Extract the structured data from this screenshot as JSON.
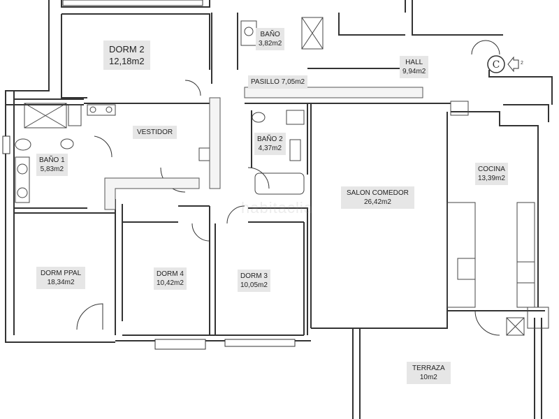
{
  "watermark": "habitaclia",
  "rooms": {
    "dorm2": {
      "name": "DORM 2",
      "area": "12,18m2"
    },
    "bano": {
      "name": "BAÑO",
      "area": "3,82m2"
    },
    "hall": {
      "name": "HALL",
      "area": "9,94m2"
    },
    "pasillo": {
      "name": "PASILLO 7,05m2"
    },
    "vestidor": {
      "name": "VESTIDOR"
    },
    "bano1": {
      "name": "BAÑO 1",
      "area": "5,83m2"
    },
    "bano2": {
      "name": "BAÑO 2",
      "area": "4,37m2"
    },
    "cocina": {
      "name": "COCINA",
      "area": "13,39m2"
    },
    "salon": {
      "name": "SALON COMEDOR",
      "area": "26,42m2"
    },
    "dormppal": {
      "name": "DORM PPAL",
      "area": "18,34m2"
    },
    "dorm4": {
      "name": "DORM 4",
      "area": "10,42m2"
    },
    "dorm3": {
      "name": "DORM 3",
      "area": "10,05m2"
    },
    "terraza": {
      "name": "TERRAZA",
      "area": "10m2"
    }
  },
  "entrance": {
    "symbol": "C",
    "arrow_label": "2"
  }
}
